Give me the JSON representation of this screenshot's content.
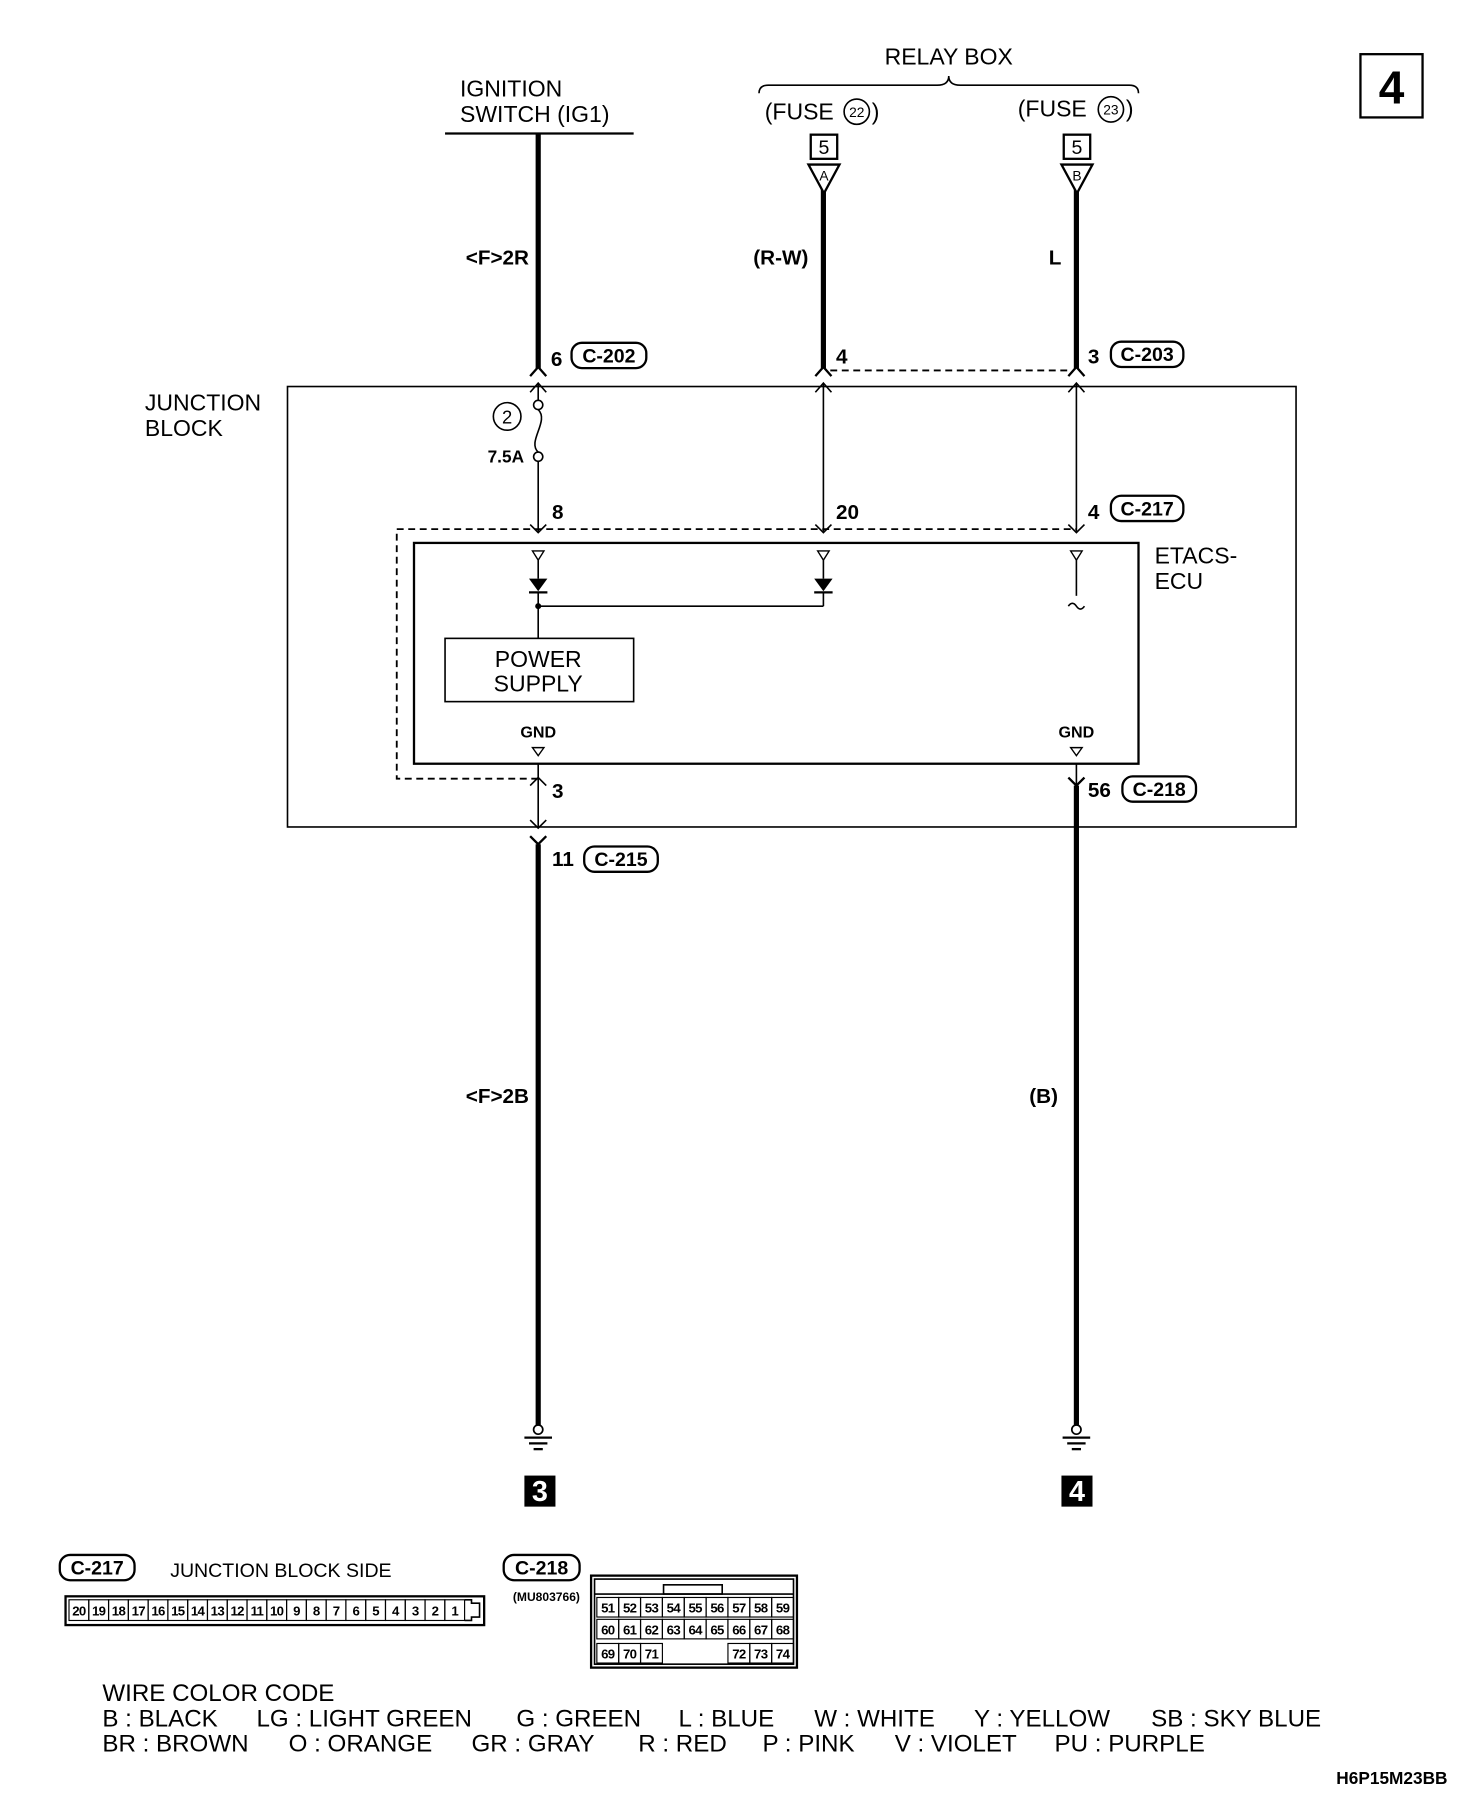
{
  "page_number": "4",
  "relay_box": {
    "label": "RELAY BOX",
    "fuse_22": {
      "prefix": "(FUSE",
      "number": "22",
      "suffix": ")",
      "connector": "5",
      "terminal": "A",
      "wire_color": "(R-W)"
    },
    "fuse_23": {
      "prefix": "(FUSE",
      "number": "23",
      "suffix": ")",
      "connector": "5",
      "terminal": "B",
      "wire_color": "L"
    }
  },
  "ignition_switch": {
    "line_1": "IGNITION",
    "line_2": "SWITCH (IG1)",
    "wire_color": "<F>2R"
  },
  "connectors": {
    "c202": {
      "id": "C-202",
      "pin": "6"
    },
    "c203": {
      "id": "C-203",
      "pin_fuse_22": "4",
      "pin_fuse_23": "3"
    },
    "c217": {
      "id": "C-217",
      "pin_ig1": "8",
      "pin_fuse_22": "20",
      "pin_fuse_23": "4"
    },
    "junction_ground": {
      "pin": "3"
    },
    "c215": {
      "id": "C-215",
      "pin": "11"
    },
    "c218": {
      "id": "C-218",
      "pin": "56"
    }
  },
  "junction_block": {
    "line_1": "JUNCTION",
    "line_2": "BLOCK",
    "fuse_number": "2",
    "fuse_rating": "7.5A"
  },
  "etacs_ecu": {
    "line_1": "ETACS-",
    "line_2": "ECU",
    "power_supply_line_1": "POWER",
    "power_supply_line_2": "SUPPLY",
    "gnd_left": "GND",
    "gnd_right": "GND"
  },
  "ground_wires": {
    "left_wire_color": "<F>2B",
    "right_wire_color": "(B)",
    "left_ground": "3",
    "right_ground": "4"
  },
  "connector_views": {
    "c217": {
      "id": "C-217",
      "caption": "JUNCTION BLOCK SIDE",
      "pins": [
        "20",
        "19",
        "18",
        "17",
        "16",
        "15",
        "14",
        "13",
        "12",
        "11",
        "10",
        "9",
        "8",
        "7",
        "6",
        "5",
        "4",
        "3",
        "2",
        "1"
      ]
    },
    "c218": {
      "id": "C-218",
      "part_number": "(MU803766)",
      "row_1": [
        "51",
        "52",
        "53",
        "54",
        "55",
        "56",
        "57",
        "58",
        "59"
      ],
      "row_2": [
        "60",
        "61",
        "62",
        "63",
        "64",
        "65",
        "66",
        "67",
        "68"
      ],
      "row_3_left": [
        "69",
        "70",
        "71"
      ],
      "row_3_right": [
        "72",
        "73",
        "74"
      ]
    }
  },
  "wire_color_code": {
    "title": "WIRE COLOR CODE",
    "row_1": [
      "B : BLACK",
      "LG : LIGHT GREEN",
      "G : GREEN",
      "L : BLUE",
      "W : WHITE",
      "Y : YELLOW",
      "SB : SKY BLUE"
    ],
    "row_2": [
      "BR : BROWN",
      "O : ORANGE",
      "GR : GRAY",
      "R : RED",
      "P : PINK",
      "V : VIOLET",
      "PU : PURPLE"
    ]
  },
  "diagram_code": "H6P15M23BB"
}
